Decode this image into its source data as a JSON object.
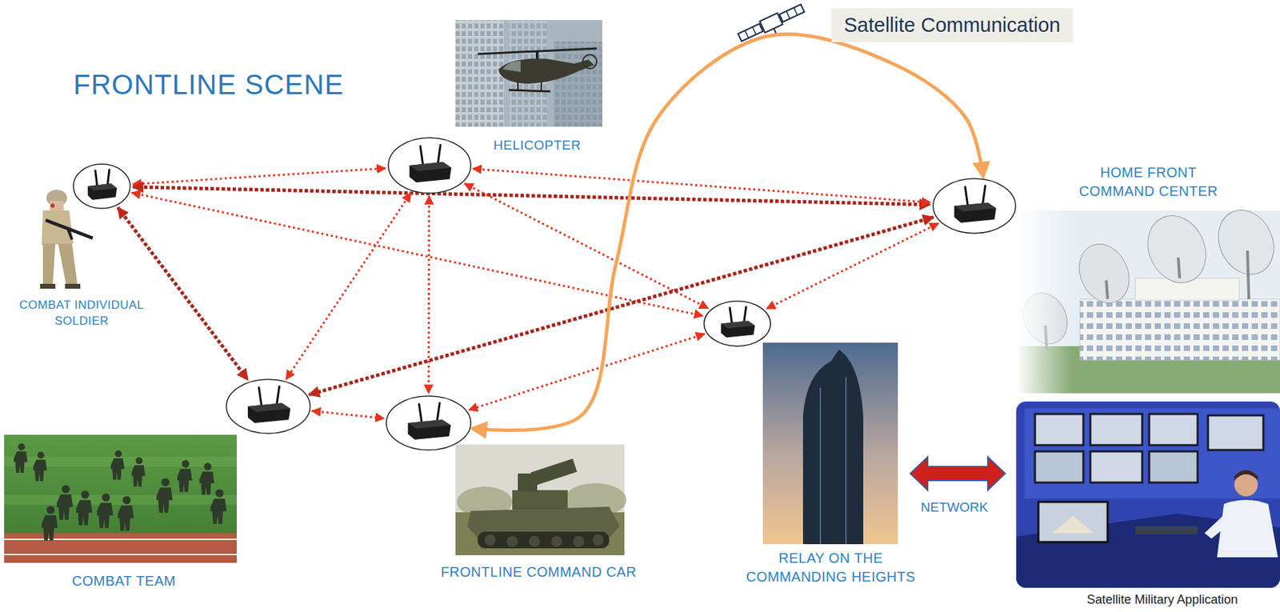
{
  "diagram": {
    "title": "FRONTLINE SCENE",
    "nodes": [
      {
        "text": [
          "COMBAT INDIVIDUAL SOLDIER"
        ]
      },
      {
        "text": [
          "HELICOPTER"
        ]
      },
      {
        "text": [
          "HOME FRONT COMMAND CENTER"
        ]
      },
      {
        "text": [
          "RELAY ON THE COMMANDING HEIGHTS"
        ]
      },
      {
        "text": [
          "COMBAT TEAM"
        ]
      },
      {
        "text": [
          "FRONTLINE COMMAND CAR"
        ]
      }
    ],
    "edges": [
      {
        "from": 0,
        "to": 1,
        "arrow": "both"
      },
      {
        "from": 0,
        "to": 2,
        "arrow": "both"
      },
      {
        "from": 0,
        "to": 3,
        "arrow": "both"
      },
      {
        "from": 0,
        "to": 4,
        "arrow": "both"
      },
      {
        "from": 1,
        "to": 2,
        "arrow": "both"
      },
      {
        "from": 1,
        "to": 3,
        "arrow": "both"
      },
      {
        "from": 1,
        "to": 4,
        "arrow": "both"
      },
      {
        "from": 1,
        "to": 5,
        "arrow": "both"
      },
      {
        "from": 2,
        "to": 3,
        "arrow": "both"
      },
      {
        "from": 2,
        "to": 4,
        "arrow": "both"
      },
      {
        "from": 3,
        "to": 5,
        "arrow": "both"
      },
      {
        "from": 4,
        "to": 5,
        "arrow": "both"
      },
      {
        "from": 5,
        "to": 2,
        "arrow": "both"
      }
    ],
    "labels": [
      "Satellite Communication",
      "NETWORK",
      "Satellite Military Application"
    ]
  }
}
